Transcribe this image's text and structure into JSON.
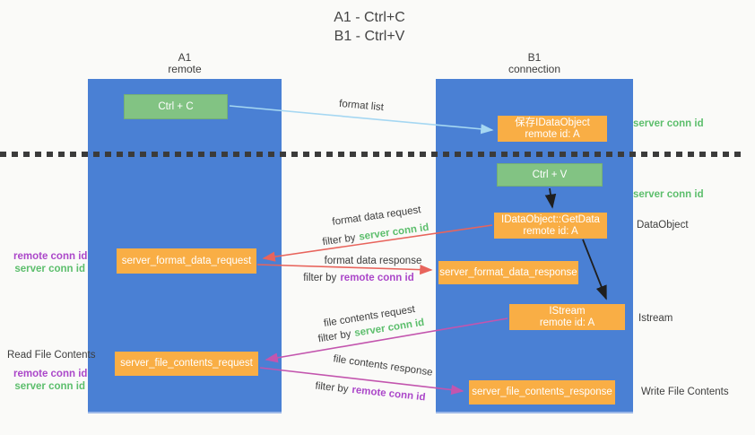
{
  "title": {
    "line1": "A1 - Ctrl+C",
    "line2": "B1 - Ctrl+V"
  },
  "lanes": {
    "left": {
      "id": "A1",
      "role": "remote"
    },
    "right": {
      "id": "B1",
      "role": "connection"
    }
  },
  "nodes": {
    "ctrl_c": {
      "label": "Ctrl + C"
    },
    "ctrl_v": {
      "label": "Ctrl + V"
    },
    "save_dataobject": {
      "line1": "保存IDataObject",
      "line2": "remote id: A"
    },
    "getdata": {
      "line1": "IDataObject::GetData",
      "line2": "remote id: A"
    },
    "istream": {
      "line1": "IStream",
      "line2": "remote id: A"
    },
    "server_format_data_request": {
      "label": "server_format_data_request"
    },
    "server_format_data_response": {
      "label": "server_format_data_response"
    },
    "server_file_contents_request": {
      "label": "server_file_contents_request"
    },
    "server_file_contents_response": {
      "label": "server_file_contents_response"
    }
  },
  "arrow_labels": {
    "format_list": "format list",
    "format_data_request": "format data request",
    "format_data_response": "format data response",
    "file_contents_request": "file contents request",
    "file_contents_response": "file contents response",
    "filter_by": "filter by",
    "server_conn_id": "server conn id",
    "remote_conn_id": "remote conn id"
  },
  "side_labels": {
    "server_conn_id_top": "server conn id",
    "server_conn_id_mid": "server conn id",
    "dataobject": "DataObject",
    "istream": "Istream",
    "write_file_contents": "Write File Contents",
    "read_file_contents": "Read File Contents",
    "remote_conn_id_mid": "remote conn id",
    "server_conn_id_mid_left": "server conn id",
    "remote_conn_id_bottom": "remote conn id",
    "server_conn_id_bottom": "server conn id"
  },
  "colors": {
    "lane_blue": "#4a80d4",
    "node_green": "#82c383",
    "node_orange": "#f9ae45",
    "arrow_red": "#e8645c",
    "arrow_magenta": "#c355ae",
    "arrow_light_blue": "#a5d7f2",
    "arrow_black": "#1f1f1f",
    "text_green": "#5cbe6c",
    "text_purple": "#ab47c9"
  }
}
